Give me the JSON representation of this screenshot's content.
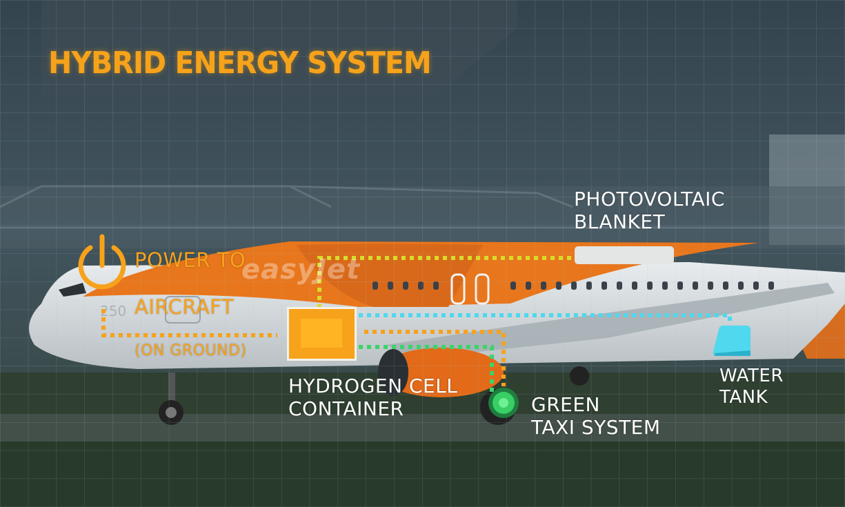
{
  "title": "HYBRID ENERGY SYSTEM",
  "brand_text": "easyJet",
  "labels": {
    "power": {
      "line1": "POWER TO",
      "line2": "AIRCRAFT",
      "line3": "(ON GROUND)"
    },
    "photovoltaic": "PHOTOVOLTAIC\nBLANKET",
    "hydrogen": "HYDROGEN CELL\nCONTAINER",
    "green_taxi": "GREEN\nTAXI SYSTEM",
    "water_tank": "WATER\nTANK"
  },
  "icons": {
    "power": "power-icon",
    "photovoltaic": "photovoltaic-blanket-icon",
    "hydrogen": "hydrogen-cell-icon",
    "green_taxi": "green-taxi-dot-icon",
    "water_tank": "water-tank-icon"
  },
  "colors": {
    "orange": "#f7a21b",
    "yellow": "#d7dc2a",
    "cyan": "#4fd8ee",
    "green": "#3bd46a",
    "white": "#ffffff",
    "grid": "#9fb5c4"
  }
}
